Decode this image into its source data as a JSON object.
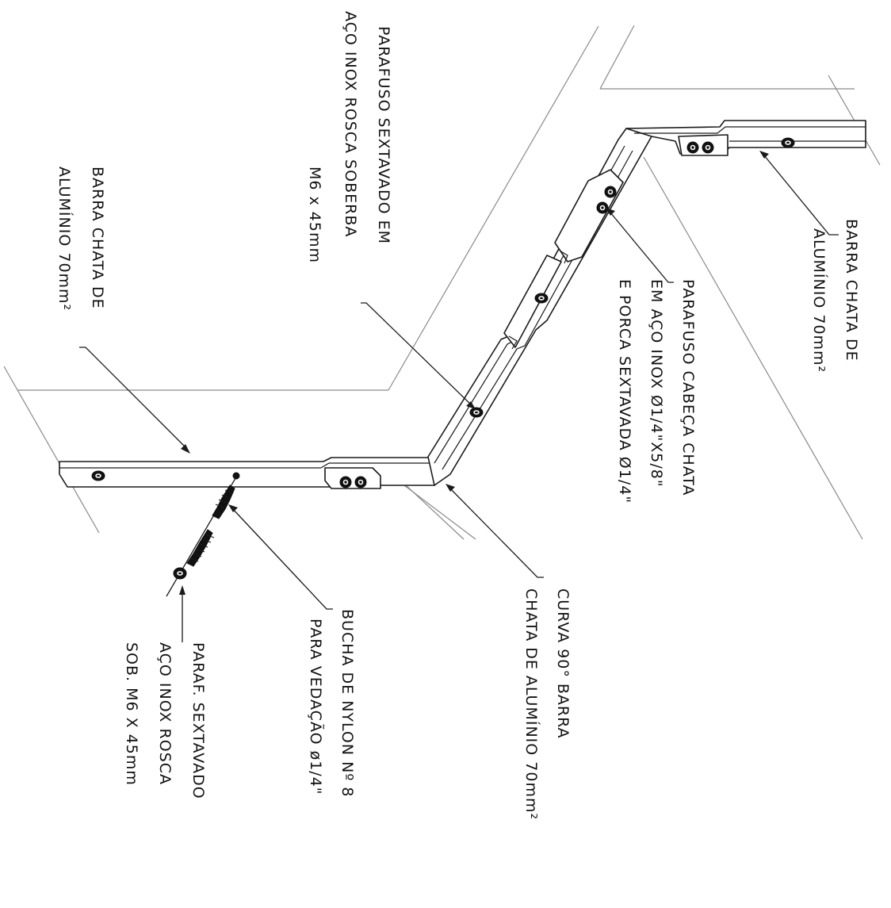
{
  "labels": {
    "parafuso_sextavado": [
      "PARAFUSO SEXTAVADO EM",
      "AÇO INOX ROSCA SOBERBA",
      "M6 x 45mm"
    ],
    "barra_left": [
      "BARRA CHATA DE",
      "ALUMÍNIO 70mm²"
    ],
    "barra_right": [
      "BARRA CHATA DE",
      "ALUMÍNIO 70mm²"
    ],
    "parafuso_cabeca": [
      "PARAFUSO CABEÇA CHATA",
      "EM AÇO INOX Ø1/4\"X5/8\"",
      "E PORCA SEXTAVADA Ø1/4\""
    ],
    "curva": [
      "CURVA 90° BARRA",
      "CHATA DE ALUMÍNIO 70mm²"
    ],
    "bucha": [
      "BUCHA DE NYLON Nº 8",
      "PARA VEDAÇÃO ø1/4\""
    ],
    "paraf_sob": [
      "PARAF. SEXTAVADO",
      "AÇO INOX ROSCA",
      "SOB. M6 X 45mm"
    ]
  }
}
